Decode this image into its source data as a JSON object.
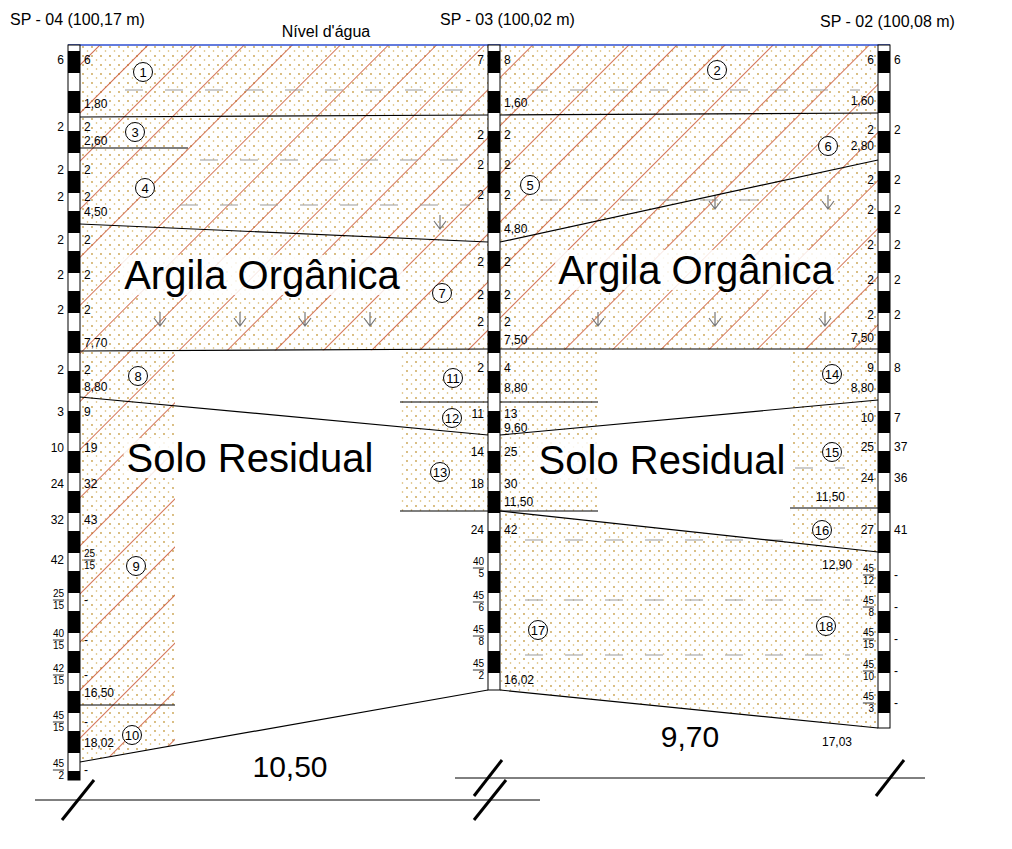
{
  "diagram": {
    "labels": [
      "SP - 04 (100,17 m)",
      "Nível d'água",
      "SP - 03 (100,02 m)",
      "SP - 02 (100,08 m)",
      "1",
      "2",
      "3",
      "4",
      "5",
      "6",
      "7",
      "8",
      "9",
      "10",
      "11",
      "12",
      "13",
      "14",
      "15",
      "16",
      "17",
      "18",
      "Argila Orgânica",
      "Argila Orgânica",
      "Solo Residual",
      "Solo Residual",
      "10,50",
      "9,70",
      "1,80",
      "2,60",
      "4,50",
      "7,70",
      "8,80",
      "16,50",
      "18,02",
      "1,60",
      "4,80",
      "7,50",
      "8,80",
      "9,60",
      "11,50",
      "16,02",
      "1,60",
      "2,80",
      "7,50",
      "8,80",
      "11,50",
      "12,90",
      "17,03",
      "6",
      "2",
      "2",
      "2",
      "2",
      "2",
      "2",
      "2",
      "3",
      "10",
      "24",
      "32",
      "42",
      "25",
      "15",
      "40",
      "15",
      "42",
      "15",
      "45",
      "15",
      "45",
      "2",
      "6",
      "2",
      "2",
      "2",
      "2",
      "2",
      "2",
      "2",
      "9",
      "19",
      "32",
      "43",
      "25",
      "15",
      "-",
      "-",
      "-",
      "-",
      "-",
      "7",
      "2",
      "2",
      "2",
      "2",
      "2",
      "2",
      "2",
      "11",
      "14",
      "18",
      "24",
      "40",
      "5",
      "45",
      "6",
      "45",
      "8",
      "45",
      "2",
      "8",
      "2",
      "2",
      "2",
      "2",
      "2",
      "2",
      "4",
      "13",
      "25",
      "30",
      "42",
      "6",
      "2",
      "2",
      "2",
      "2",
      "2",
      "2",
      "9",
      "10",
      "25",
      "24",
      "27",
      "45",
      "12",
      "45",
      "8",
      "45",
      "15",
      "45",
      "10",
      "45",
      "3",
      "6",
      "2",
      "2",
      "2",
      "2",
      "2",
      "2",
      "8",
      "7",
      "37",
      "36",
      "41",
      "-",
      "-",
      "-",
      "-",
      "-"
    ]
  }
}
